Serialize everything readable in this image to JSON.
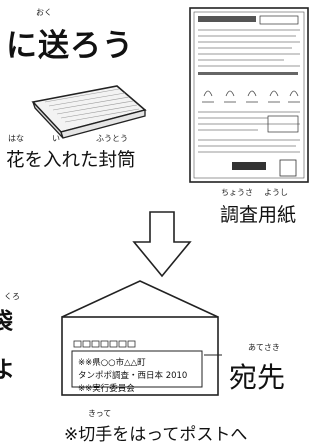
{
  "title": {
    "ruby": "おく",
    "text": "に送ろう"
  },
  "envelope_with_flower": {
    "label": "花を入れた封筒",
    "ruby_hana": "はな",
    "ruby_i": "い",
    "ruby_fuutou": "ふうとう"
  },
  "survey_paper": {
    "label": "調査用紙",
    "ruby_chousa": "ちょうさ",
    "ruby_youshi": "ようし"
  },
  "address_envelope": {
    "lines": [
      "※※県○○市△△町",
      "タンポポ調査・西日本 2010",
      "※※実行委員会"
    ]
  },
  "address_label": {
    "text": "宛先",
    "ruby": "あてさき"
  },
  "note": {
    "text": "※切手をはってポストへ",
    "ruby": "きって"
  },
  "left_edge": {
    "char1": "袋",
    "char2": "よ",
    "ruby": "くろ"
  },
  "colors": {
    "ink": "#111111",
    "paper": "#ffffff",
    "accent": "#cccccc"
  }
}
